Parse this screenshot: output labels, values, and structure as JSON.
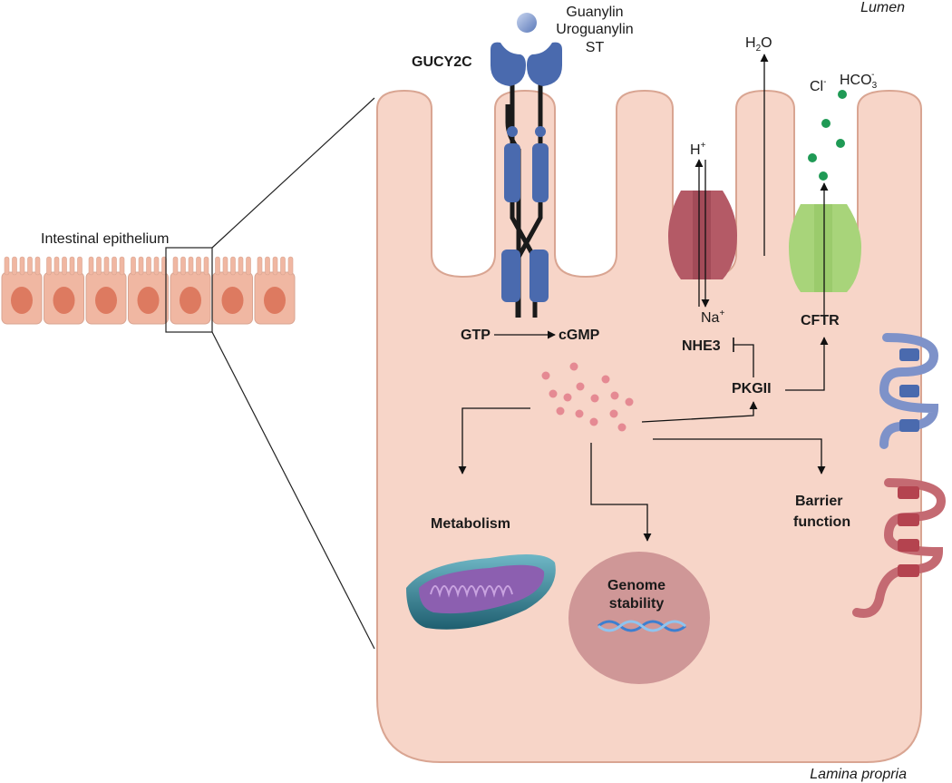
{
  "labels": {
    "lumen": "Lumen",
    "lamina_propria": "Lamina propria",
    "intestinal_epithelium": "Intestinal epithelium",
    "ligand_1": "Guanylin",
    "ligand_2": "Uroguanylin",
    "ligand_3": "ST",
    "receptor": "GUCY2C",
    "gtp": "GTP",
    "cgmp": "cGMP",
    "water": "H",
    "water_sub": "2",
    "water_end": "O",
    "proton": "H",
    "proton_sup": "+",
    "sodium": "Na",
    "sodium_sup": "+",
    "chloride": "Cl",
    "chloride_sup": "-",
    "bicarb": "HCO",
    "bicarb_sub": "3",
    "bicarb_sup": "-",
    "nhe3": "NHE3",
    "cftr": "CFTR",
    "pkgii": "PKGII",
    "metabolism": "Metabolism",
    "barrier_1": "Barrier",
    "barrier_2": "function",
    "genome_1": "Genome",
    "genome_2": "stability"
  },
  "colors": {
    "cell_fill": "#f7d5c8",
    "cell_stroke": "#d9a592",
    "small_cell_fill": "#f0b7a2",
    "nucleus": "#dd7a60",
    "receptor": "#4a6aae",
    "nhe3": "#b45a66",
    "cftr": "#a8d47a",
    "cgmp_dot": "#e58a93",
    "ion_dot": "#1f9a55",
    "claudin_blue": "#7e92c9",
    "claudin_red": "#b4434f",
    "nucleus_big": "#cf9797",
    "mito": "#3d8fa0"
  }
}
